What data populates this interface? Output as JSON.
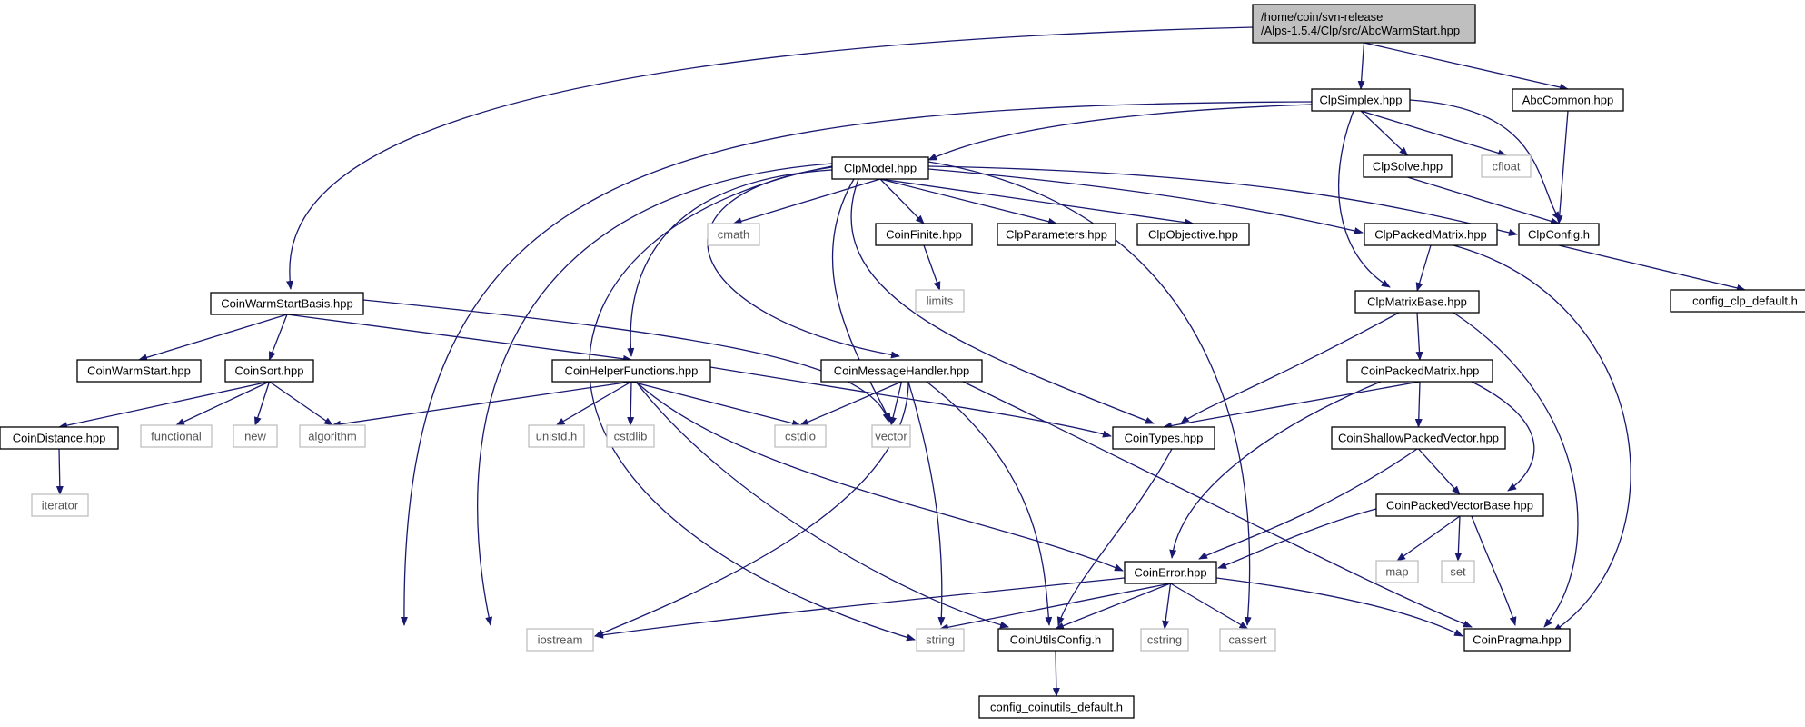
{
  "graph": {
    "colors": {
      "edge": "#191970",
      "node_border": "#000000",
      "system_border": "#bfbfbf",
      "root_fill": "#bfbfbf",
      "text": "#000000",
      "system_text": "#555555"
    },
    "nodes": [
      {
        "id": "root",
        "label": [
          "/home/coin/svn-release",
          "/Alps-1.5.4/Clp/src/AbcWarmStart.hpp"
        ],
        "kind": "root"
      },
      {
        "id": "clpsimplex",
        "label": [
          "ClpSimplex.hpp"
        ],
        "kind": "file"
      },
      {
        "id": "abccommon",
        "label": [
          "AbcCommon.hpp"
        ],
        "kind": "file"
      },
      {
        "id": "coinwarmstartbasis",
        "label": [
          "CoinWarmStartBasis.hpp"
        ],
        "kind": "file"
      },
      {
        "id": "clpmodel",
        "label": [
          "ClpModel.hpp"
        ],
        "kind": "file"
      },
      {
        "id": "clpsolve",
        "label": [
          "ClpSolve.hpp"
        ],
        "kind": "file"
      },
      {
        "id": "cfloat",
        "label": [
          "cfloat"
        ],
        "kind": "system"
      },
      {
        "id": "cmath",
        "label": [
          "cmath"
        ],
        "kind": "system"
      },
      {
        "id": "coinfinite",
        "label": [
          "CoinFinite.hpp"
        ],
        "kind": "file"
      },
      {
        "id": "clpparameters",
        "label": [
          "ClpParameters.hpp"
        ],
        "kind": "file"
      },
      {
        "id": "clpobjective",
        "label": [
          "ClpObjective.hpp"
        ],
        "kind": "file"
      },
      {
        "id": "clppackedmatrix",
        "label": [
          "ClpPackedMatrix.hpp"
        ],
        "kind": "file"
      },
      {
        "id": "clpconfig",
        "label": [
          "ClpConfig.h"
        ],
        "kind": "file"
      },
      {
        "id": "limits",
        "label": [
          "limits"
        ],
        "kind": "system"
      },
      {
        "id": "clpmatrixbase",
        "label": [
          "ClpMatrixBase.hpp"
        ],
        "kind": "file"
      },
      {
        "id": "configclp",
        "label": [
          "config_clp_default.h"
        ],
        "kind": "file"
      },
      {
        "id": "coinwarmstart",
        "label": [
          "CoinWarmStart.hpp"
        ],
        "kind": "file"
      },
      {
        "id": "coinsort",
        "label": [
          "CoinSort.hpp"
        ],
        "kind": "file"
      },
      {
        "id": "coinhelper",
        "label": [
          "CoinHelperFunctions.hpp"
        ],
        "kind": "file"
      },
      {
        "id": "coinmessage",
        "label": [
          "CoinMessageHandler.hpp"
        ],
        "kind": "file"
      },
      {
        "id": "coinpackedmatrix",
        "label": [
          "CoinPackedMatrix.hpp"
        ],
        "kind": "file"
      },
      {
        "id": "coindistance",
        "label": [
          "CoinDistance.hpp"
        ],
        "kind": "file"
      },
      {
        "id": "functional",
        "label": [
          "functional"
        ],
        "kind": "system"
      },
      {
        "id": "new",
        "label": [
          "new"
        ],
        "kind": "system"
      },
      {
        "id": "algorithm",
        "label": [
          "algorithm"
        ],
        "kind": "system"
      },
      {
        "id": "unistd",
        "label": [
          "unistd.h"
        ],
        "kind": "system"
      },
      {
        "id": "cstdlib",
        "label": [
          "cstdlib"
        ],
        "kind": "system"
      },
      {
        "id": "cstdio",
        "label": [
          "cstdio"
        ],
        "kind": "system"
      },
      {
        "id": "vector",
        "label": [
          "vector"
        ],
        "kind": "system"
      },
      {
        "id": "cointypes",
        "label": [
          "CoinTypes.hpp"
        ],
        "kind": "file"
      },
      {
        "id": "coinshallow",
        "label": [
          "CoinShallowPackedVector.hpp"
        ],
        "kind": "file"
      },
      {
        "id": "iterator",
        "label": [
          "iterator"
        ],
        "kind": "system"
      },
      {
        "id": "coinpackedvectorbase",
        "label": [
          "CoinPackedVectorBase.hpp"
        ],
        "kind": "file"
      },
      {
        "id": "map",
        "label": [
          "map"
        ],
        "kind": "system"
      },
      {
        "id": "set",
        "label": [
          "set"
        ],
        "kind": "system"
      },
      {
        "id": "coinerror",
        "label": [
          "CoinError.hpp"
        ],
        "kind": "file"
      },
      {
        "id": "iostream",
        "label": [
          "iostream"
        ],
        "kind": "system"
      },
      {
        "id": "string",
        "label": [
          "string"
        ],
        "kind": "system"
      },
      {
        "id": "coinutilsconfig",
        "label": [
          "CoinUtilsConfig.h"
        ],
        "kind": "file"
      },
      {
        "id": "cstring",
        "label": [
          "cstring"
        ],
        "kind": "system"
      },
      {
        "id": "cassert",
        "label": [
          "cassert"
        ],
        "kind": "system"
      },
      {
        "id": "coinpragma",
        "label": [
          "CoinPragma.hpp"
        ],
        "kind": "file"
      },
      {
        "id": "configcoinutils",
        "label": [
          "config_coinutils_default.h"
        ],
        "kind": "file"
      }
    ],
    "edges": [
      [
        "root",
        "clpsimplex"
      ],
      [
        "root",
        "abccommon"
      ],
      [
        "root",
        "coinwarmstartbasis"
      ],
      [
        "clpsimplex",
        "clpmodel"
      ],
      [
        "clpsimplex",
        "clpsolve"
      ],
      [
        "clpsimplex",
        "cfloat"
      ],
      [
        "clpsimplex",
        "clpconfig"
      ],
      [
        "clpsimplex",
        "clpmatrixbase"
      ],
      [
        "clpsimplex",
        "iostream"
      ],
      [
        "abccommon",
        "clpconfig"
      ],
      [
        "clpmodel",
        "cmath"
      ],
      [
        "clpmodel",
        "coinfinite"
      ],
      [
        "clpmodel",
        "clpparameters"
      ],
      [
        "clpmodel",
        "clpobjective"
      ],
      [
        "clpmodel",
        "clppackedmatrix"
      ],
      [
        "clpmodel",
        "clpconfig"
      ],
      [
        "clpmodel",
        "coinhelper"
      ],
      [
        "clpmodel",
        "coinmessage"
      ],
      [
        "clpmodel",
        "cointypes"
      ],
      [
        "clpmodel",
        "vector"
      ],
      [
        "clpmodel",
        "iostream"
      ],
      [
        "clpmodel",
        "string"
      ],
      [
        "clpmodel",
        "cassert"
      ],
      [
        "clpsolve",
        "clpconfig"
      ],
      [
        "coinfinite",
        "limits"
      ],
      [
        "clppackedmatrix",
        "clpmatrixbase"
      ],
      [
        "clppackedmatrix",
        "coinpragma"
      ],
      [
        "clpconfig",
        "configclp"
      ],
      [
        "clpmatrixbase",
        "coinpackedmatrix"
      ],
      [
        "clpmatrixbase",
        "cointypes"
      ],
      [
        "clpmatrixbase",
        "coinpragma"
      ],
      [
        "coinwarmstartbasis",
        "coinwarmstart"
      ],
      [
        "coinwarmstartbasis",
        "coinsort"
      ],
      [
        "coinwarmstartbasis",
        "coinhelper"
      ],
      [
        "coinwarmstartbasis",
        "vector"
      ],
      [
        "coinsort",
        "coindistance"
      ],
      [
        "coinsort",
        "functional"
      ],
      [
        "coinsort",
        "new"
      ],
      [
        "coinsort",
        "algorithm"
      ],
      [
        "coindistance",
        "iterator"
      ],
      [
        "coinhelper",
        "algorithm"
      ],
      [
        "coinhelper",
        "unistd"
      ],
      [
        "coinhelper",
        "cstdlib"
      ],
      [
        "coinhelper",
        "cstdio"
      ],
      [
        "coinhelper",
        "cointypes"
      ],
      [
        "coinhelper",
        "coinerror"
      ],
      [
        "coinhelper",
        "coinutilsconfig"
      ],
      [
        "coinmessage",
        "cstdio"
      ],
      [
        "coinmessage",
        "vector"
      ],
      [
        "coinmessage",
        "iostream"
      ],
      [
        "coinmessage",
        "string"
      ],
      [
        "coinmessage",
        "coinutilsconfig"
      ],
      [
        "coinmessage",
        "coinpragma"
      ],
      [
        "coinpackedmatrix",
        "cointypes"
      ],
      [
        "coinpackedmatrix",
        "coinshallow"
      ],
      [
        "coinpackedmatrix",
        "coinpackedvectorbase"
      ],
      [
        "coinpackedmatrix",
        "coinerror"
      ],
      [
        "coinshallow",
        "coinpackedvectorbase"
      ],
      [
        "coinshallow",
        "coinerror"
      ],
      [
        "coinpackedvectorbase",
        "map"
      ],
      [
        "coinpackedvectorbase",
        "set"
      ],
      [
        "coinpackedvectorbase",
        "coinerror"
      ],
      [
        "coinpackedvectorbase",
        "coinpragma"
      ],
      [
        "cointypes",
        "coinutilsconfig"
      ],
      [
        "coinerror",
        "iostream"
      ],
      [
        "coinerror",
        "string"
      ],
      [
        "coinerror",
        "coinutilsconfig"
      ],
      [
        "coinerror",
        "cstring"
      ],
      [
        "coinerror",
        "cassert"
      ],
      [
        "coinerror",
        "coinpragma"
      ],
      [
        "coinutilsconfig",
        "configcoinutils"
      ]
    ]
  }
}
